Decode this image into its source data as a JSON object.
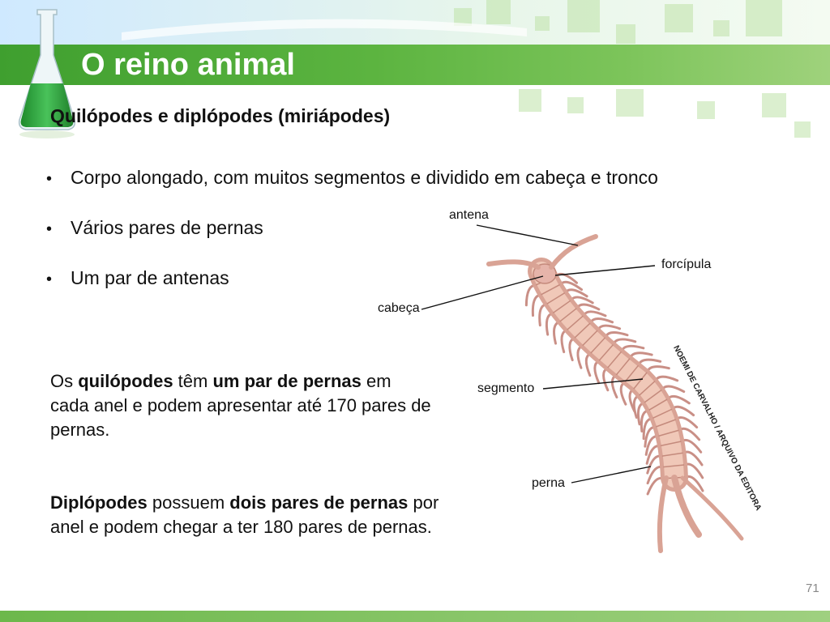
{
  "header": {
    "title": "O reino animal"
  },
  "subtitle": "Quilópodes e diplópodes (miriápodes)",
  "bullets": [
    "Corpo alongado, com muitos segmentos e dividido em cabeça e tronco",
    "Vários pares de pernas",
    "Um par de antenas"
  ],
  "paragraph1": {
    "t1": "Os ",
    "b1": "quilópodes",
    "t2": " têm ",
    "b2": "um par de pernas",
    "t3": " em cada anel e podem apresentar até 170 pares de pernas."
  },
  "paragraph2": {
    "b1": "Diplópodes",
    "t1": " possuem ",
    "b2": "dois pares de pernas",
    "t2": " por anel e podem chegar a ter 180 pares de pernas."
  },
  "diagram_labels": {
    "antena": "antena",
    "forcipula": "forcípula",
    "cabeca": "cabeça",
    "segmento": "segmento",
    "perna": "perna"
  },
  "image_credit": "NOEMI DE CARVALHO / ARQUIVO DA EDITORA",
  "page_number": "71",
  "colors": {
    "title_bar": "#5cb440",
    "flask_liquid": "#2e9e3a",
    "centipede_body": "#e8b8a8"
  }
}
